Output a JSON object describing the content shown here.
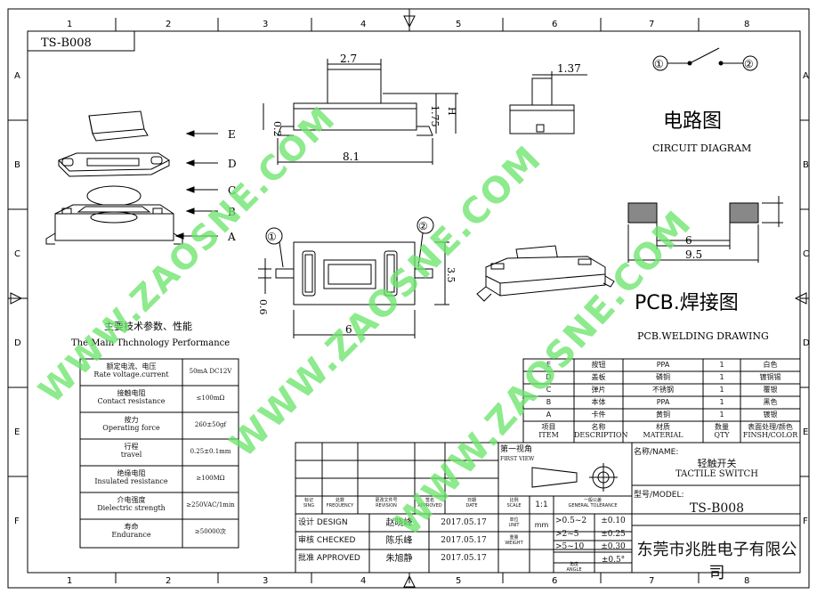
{
  "drawing_code": "TS-B008",
  "grid": {
    "cols": [
      "1",
      "2",
      "3",
      "4",
      "5",
      "6",
      "7",
      "8"
    ],
    "rows": [
      "A",
      "B",
      "C",
      "D",
      "E",
      "F"
    ]
  },
  "parts_labels": [
    "E",
    "D",
    "C",
    "B",
    "A"
  ],
  "dims": {
    "top_width": "2.7",
    "thickness": "0.2",
    "height_label": "1.75",
    "h_letter": "H",
    "body_length": "8.1",
    "side_width": "1.37",
    "plan_width": "3.5",
    "pin_width": "0.6",
    "plan_length": "6"
  },
  "pins": [
    "①",
    "②"
  ],
  "circuit": {
    "title_cn": "电路图",
    "title_en": "CIRCUIT DIAGRAM",
    "pin1": "①",
    "pin2": "②"
  },
  "pcb": {
    "title_cn": "PCB.焊接图",
    "title_en": "PCB.WELDING DRAWING",
    "dim_inner": "6",
    "dim_outer": "9.5"
  },
  "watermark": "WWW.ZAOSNE.COM",
  "specs": {
    "title_cn": "主要技术参数、性能",
    "title_en": "The Main Thchnology Performance",
    "rows": [
      {
        "cn": "额定电流、电压",
        "en": "Rate voltage.current",
        "value": "50mA DC12V"
      },
      {
        "cn": "接触电阻",
        "en": "Contact resistance",
        "value": "≤100mΩ"
      },
      {
        "cn": "按力",
        "en": "Operating force",
        "value": "260±50gf"
      },
      {
        "cn": "行程",
        "en": "travel",
        "value": "0.25±0.1mm"
      },
      {
        "cn": "绝缘电阻",
        "en": "Insulated resistance",
        "value": "≥100MΩ"
      },
      {
        "cn": "介电强度",
        "en": "Dielectric strength",
        "value": "≥250VAC/1min"
      },
      {
        "cn": "寿命",
        "en": "Endurance",
        "value": "≥50000次"
      }
    ]
  },
  "bom": {
    "rows": [
      {
        "item": "E",
        "name": "按钮",
        "material": "PPA",
        "qty": "1",
        "finish": "白色"
      },
      {
        "item": "D",
        "name": "盖板",
        "material": "磷铜",
        "qty": "1",
        "finish": "镀铜锡"
      },
      {
        "item": "C",
        "name": "弹片",
        "material": "不锈钢",
        "qty": "1",
        "finish": "覆银"
      },
      {
        "item": "B",
        "name": "本体",
        "material": "PPA",
        "qty": "1",
        "finish": "黑色"
      },
      {
        "item": "A",
        "name": "卡件",
        "material": "黄铜",
        "qty": "1",
        "finish": "镀银"
      }
    ],
    "headers": [
      {
        "cn": "项目",
        "en": "ITEM"
      },
      {
        "cn": "名称",
        "en": "DESCRIPTION"
      },
      {
        "cn": "材质",
        "en": "MATERIAL"
      },
      {
        "cn": "数量",
        "en": "QTY"
      },
      {
        "cn": "表面处理/颜色",
        "en": "FINSH/COLOR"
      }
    ]
  },
  "title_block": {
    "rev_headers": [
      {
        "cn": "标记",
        "en": "SING"
      },
      {
        "cn": "处数",
        "en": "FREQUENCY"
      },
      {
        "cn": "更改文件号",
        "en": "REVISION"
      },
      {
        "cn": "签名",
        "en": "APPROVED"
      },
      {
        "cn": "日期",
        "en": "DATE"
      }
    ],
    "scale_cn": "比例",
    "scale_en": "SCALE",
    "scale": "1:1",
    "first_view_cn": "第一视角",
    "first_view_en": "FIRST VIEW",
    "unit_cn": "单位",
    "unit_en": "UNIT",
    "unit": "mm",
    "weight_cn": "重量",
    "weight_en": "WEIGHT",
    "angle_cn": "角度",
    "angle_en": "ANGLE",
    "tol_title_cn": "一般公差",
    "tol_title_en": "GENERAL TOLERANCE",
    "tolerances": [
      {
        "range": ">0.5~2",
        "tol": "±0.10"
      },
      {
        "range": ">2~5",
        "tol": "±0.25"
      },
      {
        "range": ">5~10",
        "tol": "±0.30"
      },
      {
        "range": "",
        "tol": "±0.5°"
      }
    ],
    "people": [
      {
        "role": "设计 DESIGN",
        "name": "赵晓峰",
        "date": "2017.05.17"
      },
      {
        "role": "审核 CHECKED",
        "name": "陈乐峰",
        "date": "2017.05.17"
      },
      {
        "role": "批准 APPROVED",
        "name": "朱旭静",
        "date": "2017.05.17"
      }
    ],
    "name_label": "名称/NAME:",
    "name_cn": "轻触开关",
    "name_en": "TACTILE SWITCH",
    "model_label": "型号/MODEL:",
    "model": "TS-B008",
    "company": "东莞市兆胜电子有限公司"
  }
}
